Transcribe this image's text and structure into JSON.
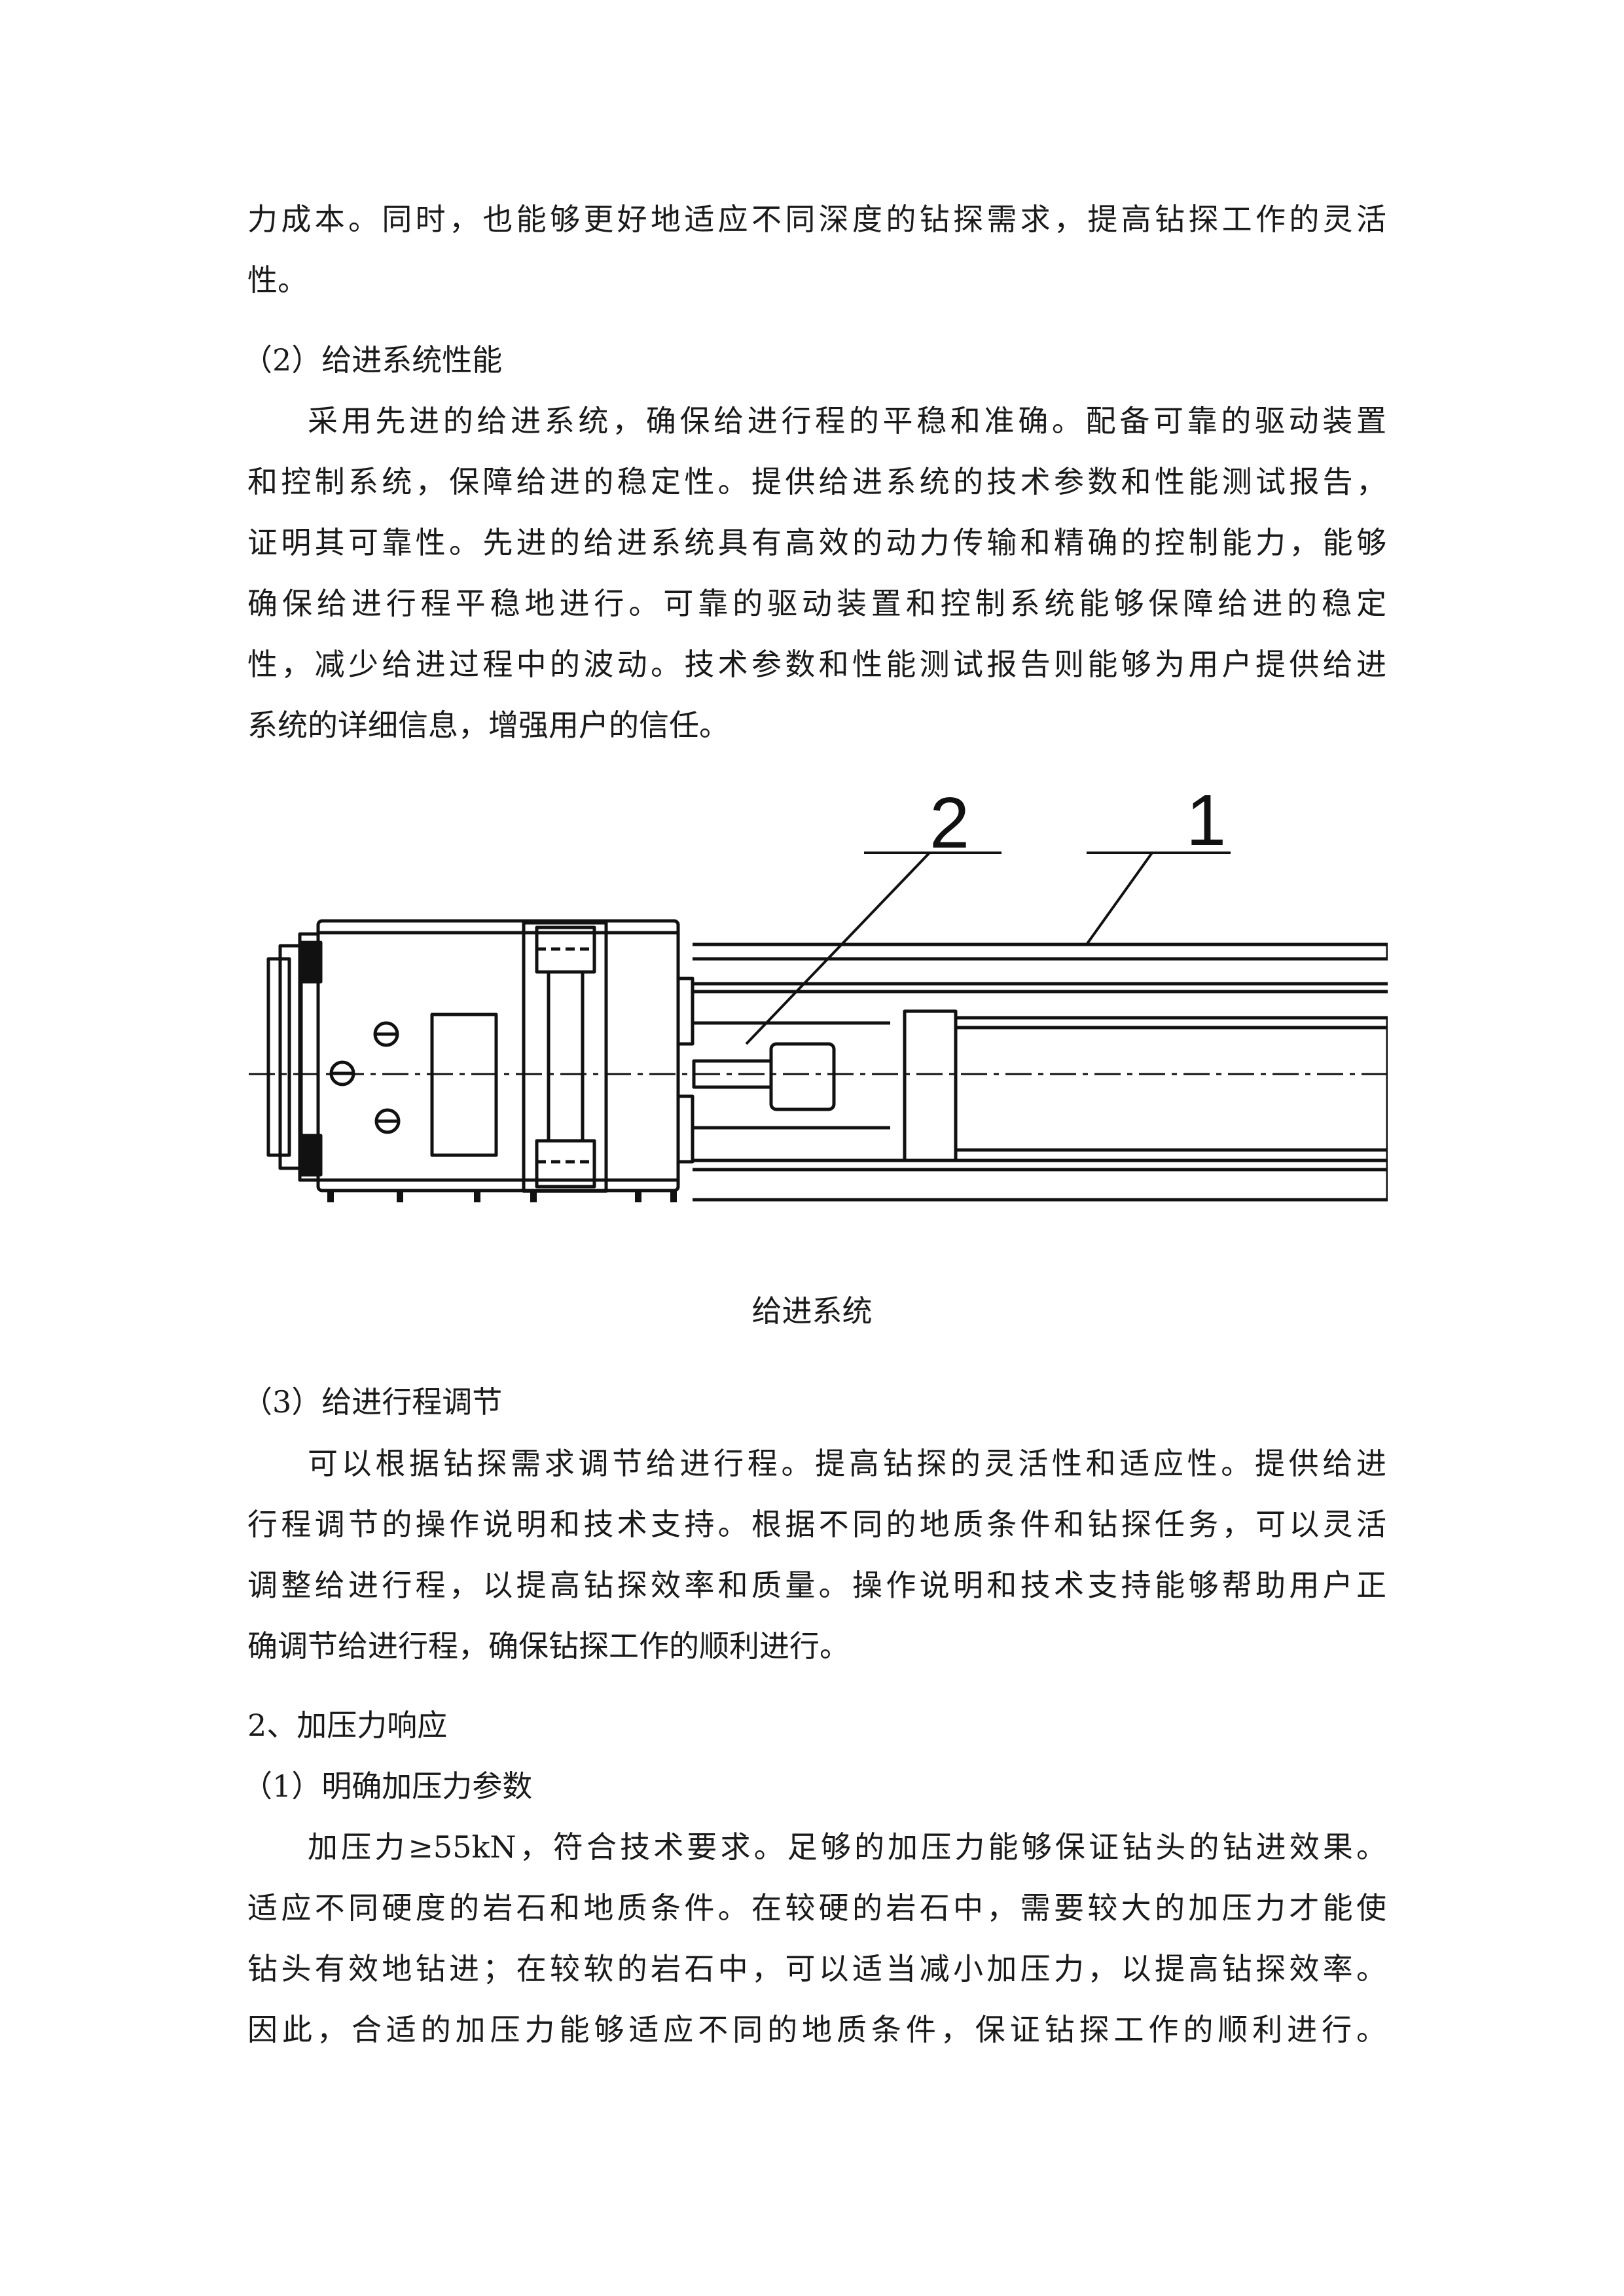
{
  "page": {
    "intro_lines": [
      "力成本。同时，也能够更好地适应不同深度的钻探需求，提高钻探工作的灵活",
      "性。"
    ],
    "section_feed_performance": {
      "heading": "（2）给进系统性能",
      "lines": [
        "采用先进的给进系统，确保给进行程的平稳和准确。配备可靠的驱动装置",
        "和控制系统，保障给进的稳定性。提供给进系统的技术参数和性能测试报告，",
        "证明其可靠性。先进的给进系统具有高效的动力传输和精确的控制能力，能够",
        "确保给进行程平稳地进行。可靠的驱动装置和控制系统能够保障给进的稳定",
        "性，减少给进过程中的波动。技术参数和性能测试报告则能够为用户提供给进",
        "系统的详细信息，增强用户的信任。"
      ]
    },
    "figure": {
      "callout_1": "1",
      "callout_2": "2",
      "caption": "给进系统"
    },
    "section_stroke_adjust": {
      "heading": "（3）给进行程调节",
      "lines": [
        "可以根据钻探需求调节给进行程。提高钻探的灵活性和适应性。提供给进",
        "行程调节的操作说明和技术支持。根据不同的地质条件和钻探任务，可以灵活",
        "调整给进行程，以提高钻探效率和质量。操作说明和技术支持能够帮助用户正",
        "确调节给进行程，确保钻探工作的顺利进行。"
      ]
    },
    "section_pressure": {
      "heading": "2、加压力响应",
      "subheading": "（1）明确加压力参数",
      "lines": [
        "加压力≥55kN，符合技术要求。足够的加压力能够保证钻头的钻进效果。",
        "适应不同硬度的岩石和地质条件。在较硬的岩石中，需要较大的加压力才能使",
        "钻头有效地钻进；在较软的岩石中，可以适当减小加压力，以提高钻探效率。",
        "因此，合适的加压力能够适应不同的地质条件，保证钻探工作的顺利进行。"
      ]
    }
  }
}
